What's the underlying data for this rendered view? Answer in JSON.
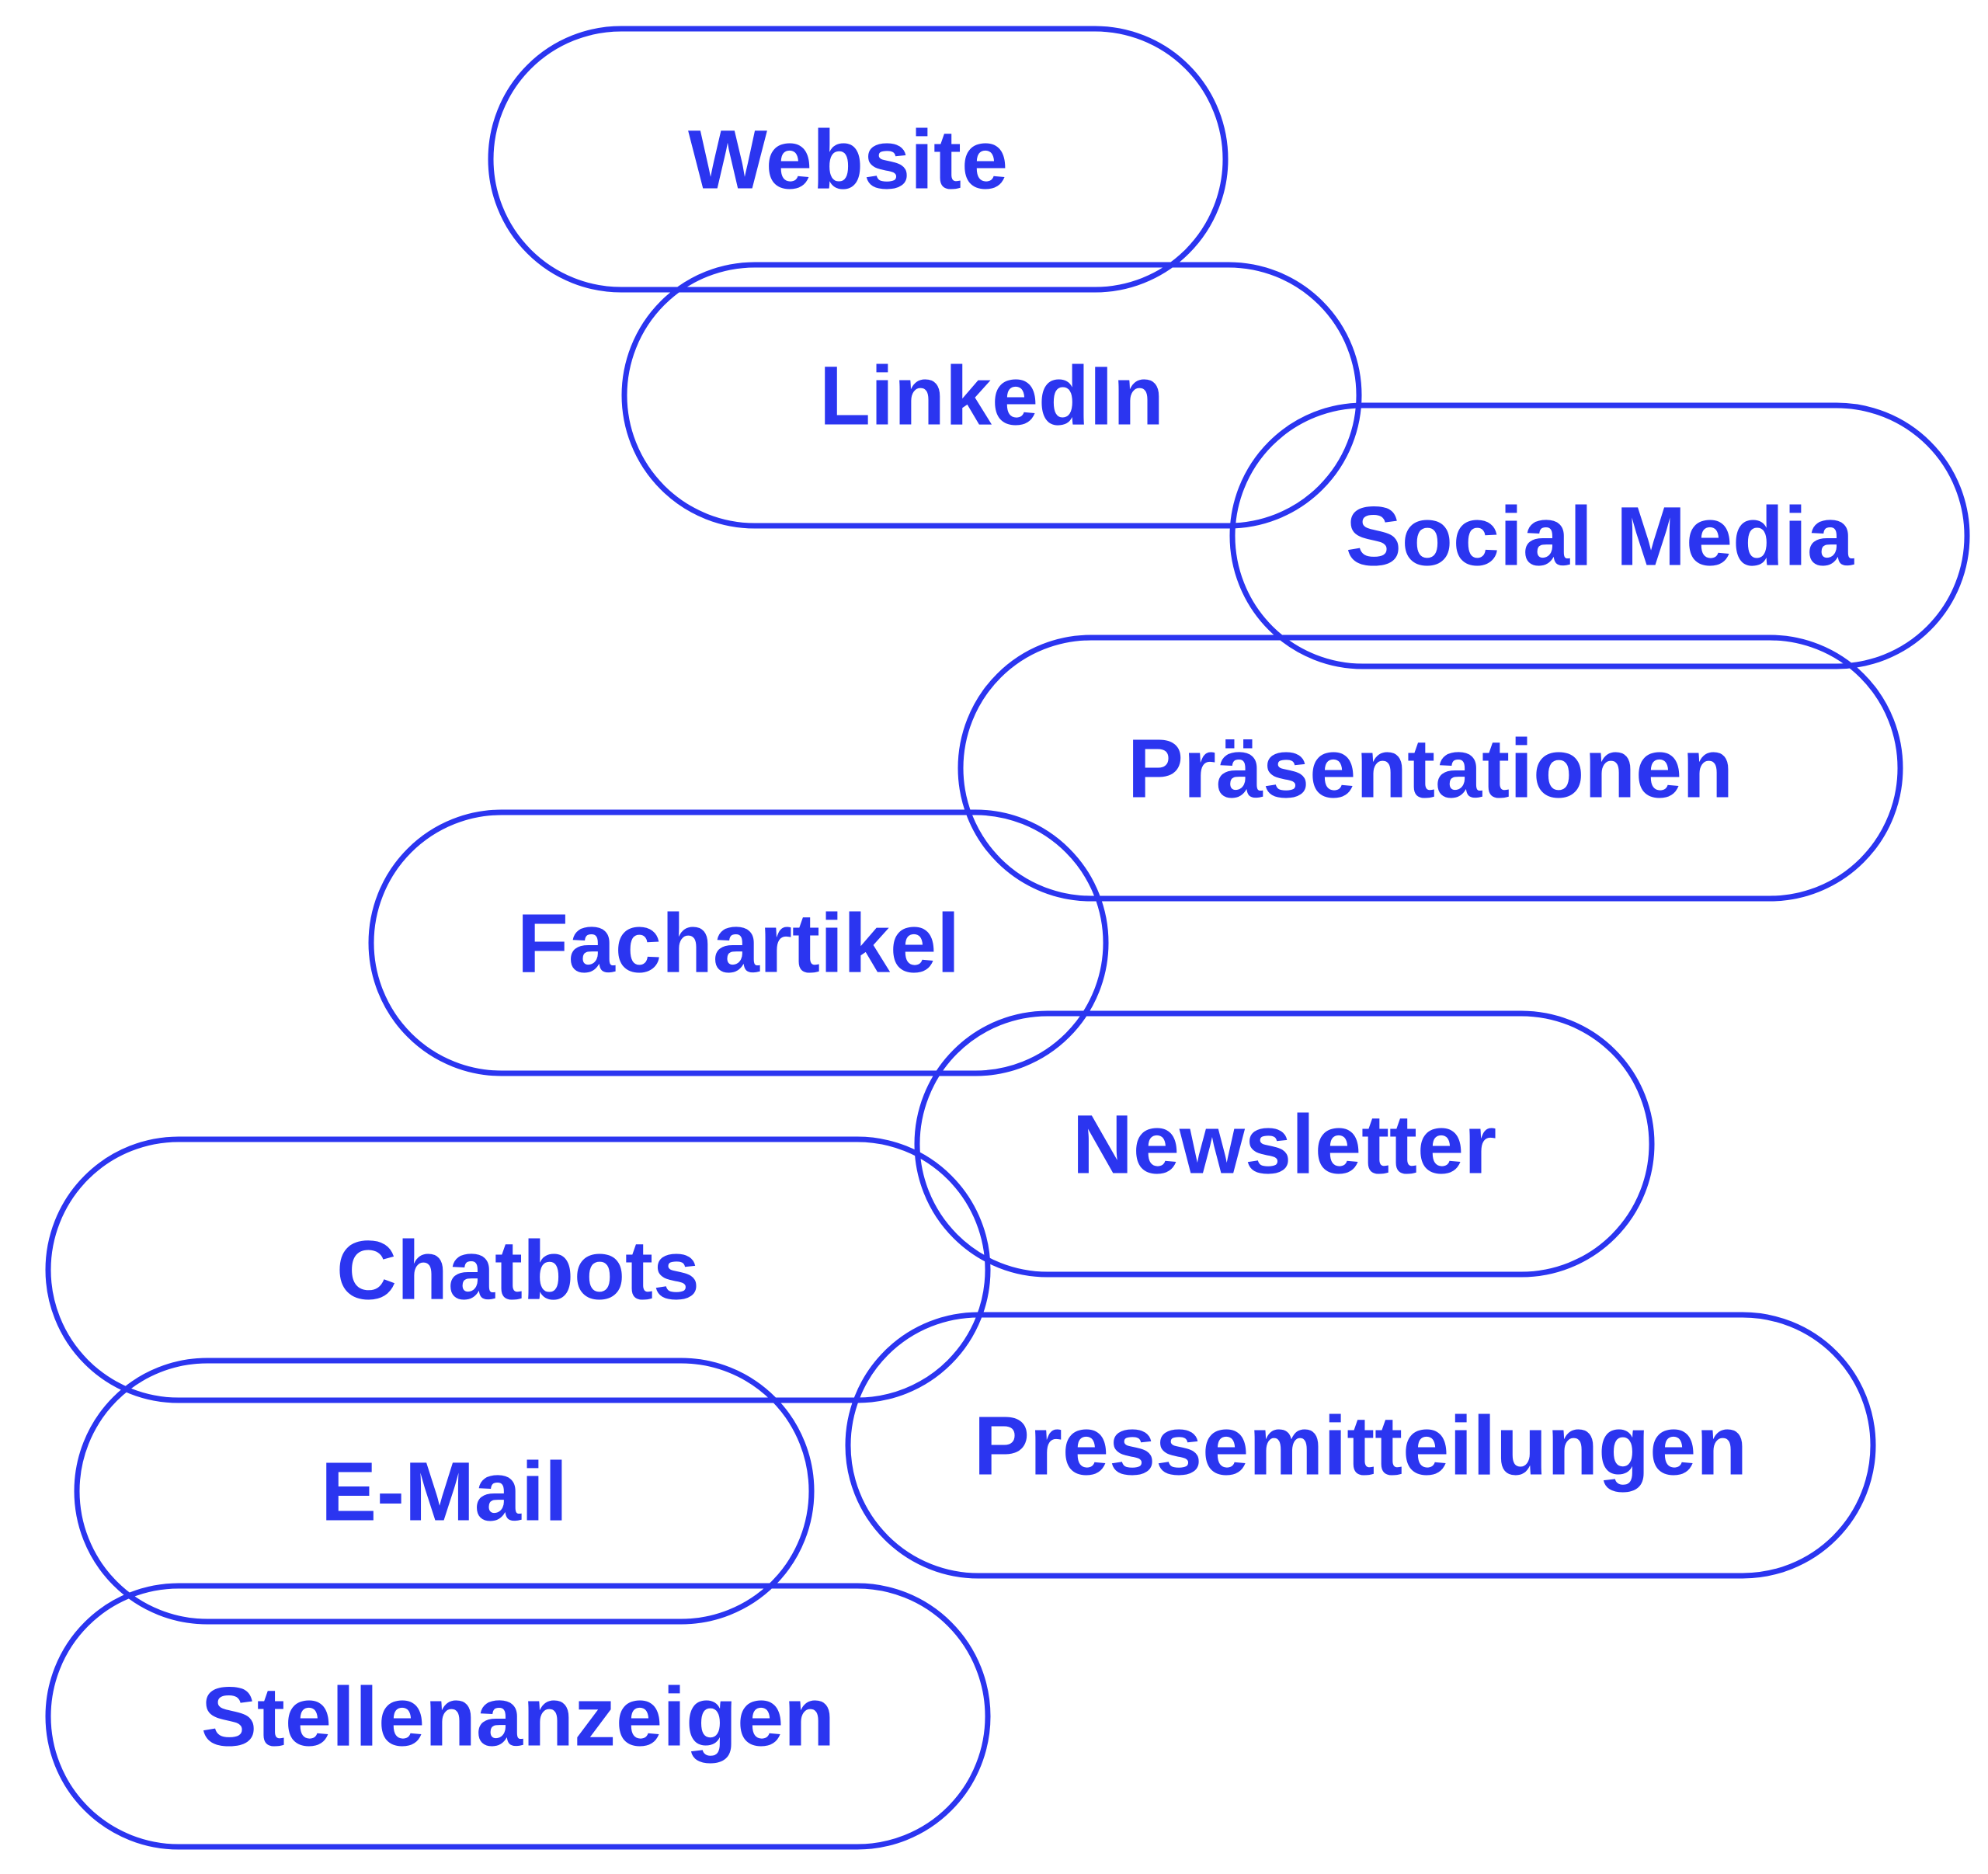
{
  "colors": {
    "accent": "#2B35F0",
    "background": "#FFFFFF"
  },
  "channels": [
    {
      "label": "Website"
    },
    {
      "label": "LinkedIn"
    },
    {
      "label": "Social Media"
    },
    {
      "label": "Präsentationen"
    },
    {
      "label": "Fachartikel"
    },
    {
      "label": "Newsletter"
    },
    {
      "label": "Chatbots"
    },
    {
      "label": "E-Mail"
    },
    {
      "label": "Stellenanzeigen"
    },
    {
      "label": "Pressemitteilungen"
    }
  ]
}
